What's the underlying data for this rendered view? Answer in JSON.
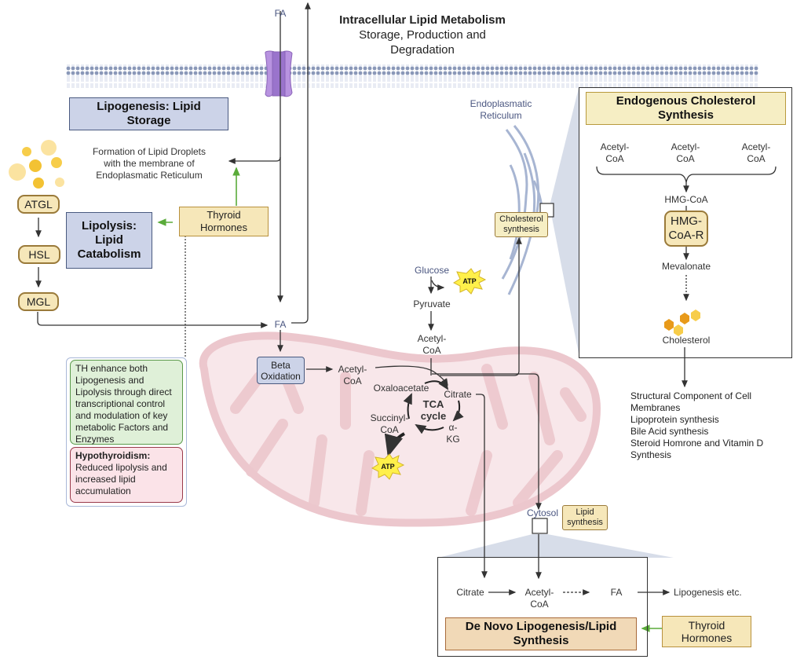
{
  "title": {
    "main": "Intracellular Lipid Metabolism",
    "subtitle": "Storage, Production and\nDegradation"
  },
  "labels": {
    "fa_top": "FA",
    "fa_mid": "FA",
    "lipid_droplets": "Formation of Lipid Droplets\nwith the membrane of\nEndoplasmatic Reticulum",
    "er": "Endoplasmatic\nReticulum",
    "glucose": "Glucose",
    "pyruvate": "Pyruvate",
    "acetyl_coa_cyto": "Acetyl-\nCoA",
    "acetyl_coa_mito": "Acetyl-\nCoA",
    "oxaloacetate": "Oxaloacetate",
    "citrate": "Citrate",
    "tca": "TCA\ncycle",
    "succinyl_coa": "Succinyl-\nCoA",
    "akg": "α-\nKG",
    "cytosol": "Cytosol",
    "atp": "ATP"
  },
  "boxes": {
    "lipogenesis": "Lipogenesis: Lipid\nStorage",
    "lipolysis": "Lipolysis:\nLipid\nCatabolism",
    "thyroid_top": "Thyroid\nHormones",
    "beta_oxidation": "Beta\nOxidation",
    "cholesterol_synthesis": "Cholesterol\nsynthesis",
    "lipid_synthesis": "Lipid\nsynthesis",
    "thyroid_bottom": "Thyroid\nHormones"
  },
  "enzymes": [
    "ATGL",
    "HSL",
    "MGL"
  ],
  "notes": {
    "th_effect": "TH enhance both Lipogenesis and Lipolysis through direct transcriptional control and modulation of key metabolic Factors and Enzymes",
    "hypo_title": "Hypothyroidism:",
    "hypo_text": "Reduced lipolysis and increased lipid accumulation"
  },
  "cholesterol_panel": {
    "title": "Endogenous Cholesterol\nSynthesis",
    "inputs": [
      "Acetyl-\nCoA",
      "Acetyl-\nCoA",
      "Acetyl-\nCoA"
    ],
    "hmg_coa": "HMG-CoA",
    "enzyme": "HMG-\nCoA-R",
    "mevalonate": "Mevalonate",
    "product": "Cholesterol"
  },
  "cholesterol_outcomes": [
    "Structural Component of Cell",
    "Membranes",
    "Lipoprotein synthesis",
    "Bile Acid synthesis",
    "Steroid Homrone and Vitamin D",
    "Synthesis"
  ],
  "dnl_panel": {
    "steps": [
      "Citrate",
      "Acetyl-\nCoA",
      "FA"
    ],
    "output": "Lipogenesis etc.",
    "title": "De Novo Lipogenesis/Lipid\nSynthesis"
  },
  "colors": {
    "mitochondria_fill": "#f8e7ea",
    "mitochondria_stroke": "#ecc7cd",
    "membrane": "#8a98b8",
    "transporter": "#b893e0",
    "green_arrow": "#5aab3a",
    "er": "#a7b5d2",
    "atp_star": "#fff04a",
    "zoom_cone": "#d7dde9"
  }
}
